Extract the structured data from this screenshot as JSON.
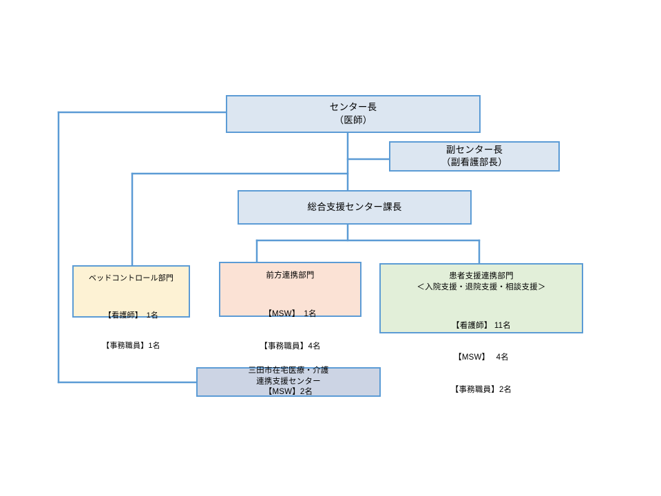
{
  "chart_data": {
    "type": "diagram",
    "diagram_type": "organization-chart",
    "title": "",
    "nodes": [
      {
        "id": "center-director",
        "title": "センター長",
        "subtitle": "（医師）",
        "staff": [],
        "fill": "#dce6f1",
        "border": "#5b9bd5",
        "level": 0
      },
      {
        "id": "deputy-director",
        "title": "副センター長",
        "subtitle": "（副看護部長）",
        "staff": [],
        "fill": "#dce6f1",
        "border": "#5b9bd5",
        "level": 1
      },
      {
        "id": "section-chief",
        "title": "総合支援センター課長",
        "subtitle": "",
        "staff": [],
        "fill": "#dce6f1",
        "border": "#5b9bd5",
        "level": 2
      },
      {
        "id": "bed-control",
        "title": "ベッドコントロール部門",
        "subtitle": "",
        "staff": [
          "【看護師】　1名",
          "【事務職員】1名"
        ],
        "fill": "#fdf2d4",
        "border": "#5b9bd5",
        "level": 3
      },
      {
        "id": "forward-liaison",
        "title": "前方連携部門",
        "subtitle": "",
        "staff": [
          "【MSW】　1名",
          "【事務職員】4名"
        ],
        "fill": "#fbe2d5",
        "border": "#5b9bd5",
        "level": 3
      },
      {
        "id": "patient-support",
        "title": "患者支援連携部門",
        "subtitle": "＜入院支援・退院支援・相談支援＞",
        "staff": [
          "【看護師】 11名",
          "【MSW】　 4名",
          "【事務職員】2名"
        ],
        "fill": "#e2efd9",
        "border": "#5b9bd5",
        "level": 3
      },
      {
        "id": "home-care-center",
        "title": "三田市在宅医療・介護",
        "subtitle": "連携支援センター",
        "staff": [
          "【MSW】2名"
        ],
        "fill": "#ccd4e4",
        "border": "#5b9bd5",
        "level": 3
      }
    ],
    "edges": [
      {
        "from": "center-director",
        "to": "deputy-director"
      },
      {
        "from": "center-director",
        "to": "section-chief"
      },
      {
        "from": "center-director",
        "to": "bed-control"
      },
      {
        "from": "center-director",
        "to": "home-care-center"
      },
      {
        "from": "section-chief",
        "to": "forward-liaison"
      },
      {
        "from": "section-chief",
        "to": "patient-support"
      }
    ],
    "connector_color": "#5b9bd5",
    "connector_width": 2
  },
  "nodes": {
    "center_director": {
      "title": "センター長",
      "subtitle": "（医師）"
    },
    "deputy_director": {
      "title": "副センター長",
      "subtitle": "（副看護部長）"
    },
    "section_chief": {
      "title": "総合支援センター課長"
    },
    "bed_control": {
      "title": "ベッドコントロール部門",
      "staff_1": "【看護師】　1名",
      "staff_2": "【事務職員】1名"
    },
    "forward_liaison": {
      "title": "前方連携部門",
      "staff_1": "【MSW】　1名",
      "staff_2": "【事務職員】4名"
    },
    "patient_support": {
      "title": "患者支援連携部門",
      "subtitle": "＜入院支援・退院支援・相談支援＞",
      "staff_1": "【看護師】 11名",
      "staff_2": "【MSW】　 4名",
      "staff_3": "【事務職員】2名"
    },
    "home_care_center": {
      "title": "三田市在宅医療・介護",
      "subtitle": "連携支援センター",
      "staff_1": "【MSW】2名"
    }
  },
  "colors": {
    "box_blue_fill": "#dce6f1",
    "box_yellow_fill": "#fdf2d4",
    "box_pink_fill": "#fbe2d5",
    "box_green_fill": "#e2efd9",
    "box_gray_fill": "#ccd4e4",
    "border": "#5b9bd5",
    "connector": "#5b9bd5",
    "text": "#000000",
    "background": "#ffffff"
  }
}
